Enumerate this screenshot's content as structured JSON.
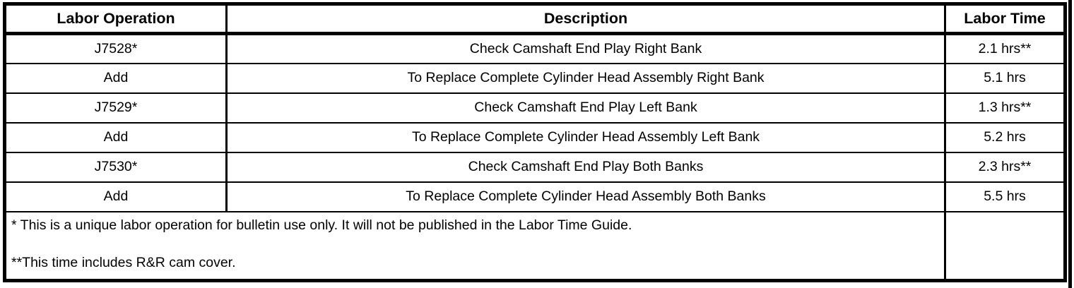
{
  "colors": {
    "border": "#000000",
    "background": "#ffffff",
    "text": "#000000"
  },
  "table": {
    "columns": {
      "labor_operation": "Labor Operation",
      "description": "Description",
      "labor_time": "Labor Time"
    },
    "rows": [
      {
        "op": "J7528*",
        "desc": "Check Camshaft End Play Right Bank",
        "time": "2.1 hrs**"
      },
      {
        "op": "Add",
        "desc": "To Replace Complete Cylinder Head Assembly Right Bank",
        "time": "5.1 hrs"
      },
      {
        "op": "J7529*",
        "desc": "Check Camshaft End Play Left Bank",
        "time": "1.3 hrs**"
      },
      {
        "op": "Add",
        "desc": "To Replace Complete Cylinder Head Assembly Left Bank",
        "time": "5.2 hrs"
      },
      {
        "op": "J7530*",
        "desc": "Check Camshaft End Play Both Banks",
        "time": "2.3 hrs**"
      },
      {
        "op": "Add",
        "desc": "To Replace Complete Cylinder Head Assembly Both Banks",
        "time": "5.5 hrs"
      }
    ],
    "footnotes": {
      "unique_op": "* This is a unique labor operation for bulletin use only. It will not be published in the Labor Time Guide.",
      "rr_cam": "**This time includes R&R cam cover."
    }
  }
}
